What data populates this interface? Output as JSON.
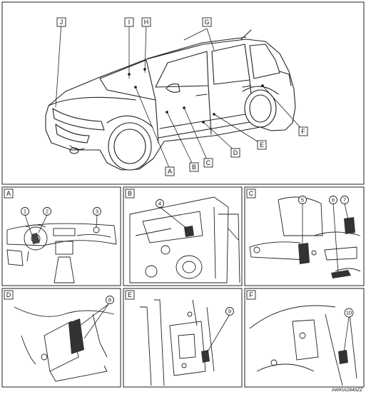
{
  "overview": {
    "callouts": [
      "J",
      "I",
      "H",
      "G",
      "A",
      "B",
      "C",
      "D",
      "E",
      "F"
    ]
  },
  "panels": [
    {
      "letter": "A",
      "numbers": [
        "1",
        "2",
        "3"
      ]
    },
    {
      "letter": "B",
      "numbers": [
        "4"
      ]
    },
    {
      "letter": "C",
      "numbers": [
        "5",
        "6",
        "7"
      ]
    },
    {
      "letter": "D",
      "numbers": [
        "8"
      ]
    },
    {
      "letter": "E",
      "numbers": [
        "9"
      ]
    },
    {
      "letter": "F",
      "numbers": [
        "10"
      ]
    }
  ],
  "figure_code": "AWKIA2840ZZ"
}
